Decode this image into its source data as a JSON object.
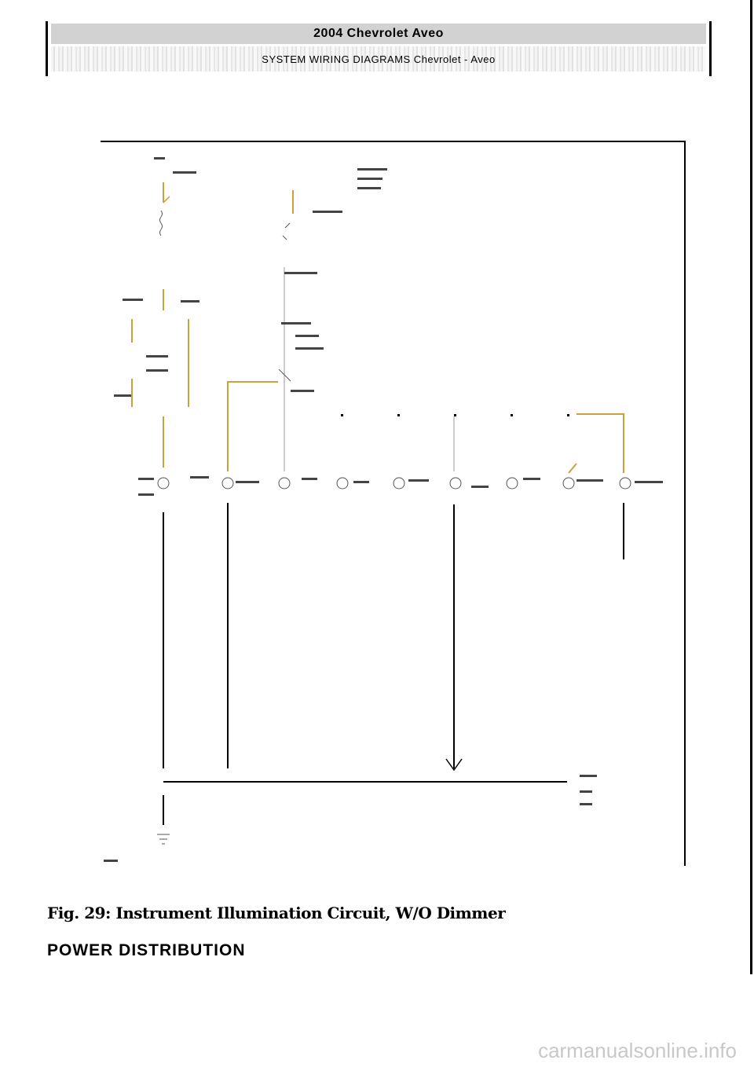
{
  "header": {
    "title": "2004 Chevrolet Aveo",
    "subtitle": "SYSTEM WIRING DIAGRAMS Chevrolet - Aveo"
  },
  "figure": {
    "caption": "Fig. 29: Instrument Illumination Circuit, W/O Dimmer"
  },
  "section": {
    "heading": "POWER DISTRIBUTION"
  },
  "watermark": "carmanualsonline.info",
  "colors": {
    "wire_yellow": "#c9a23c",
    "wire_black": "#000000",
    "wire_gray": "#9a9a9a"
  }
}
